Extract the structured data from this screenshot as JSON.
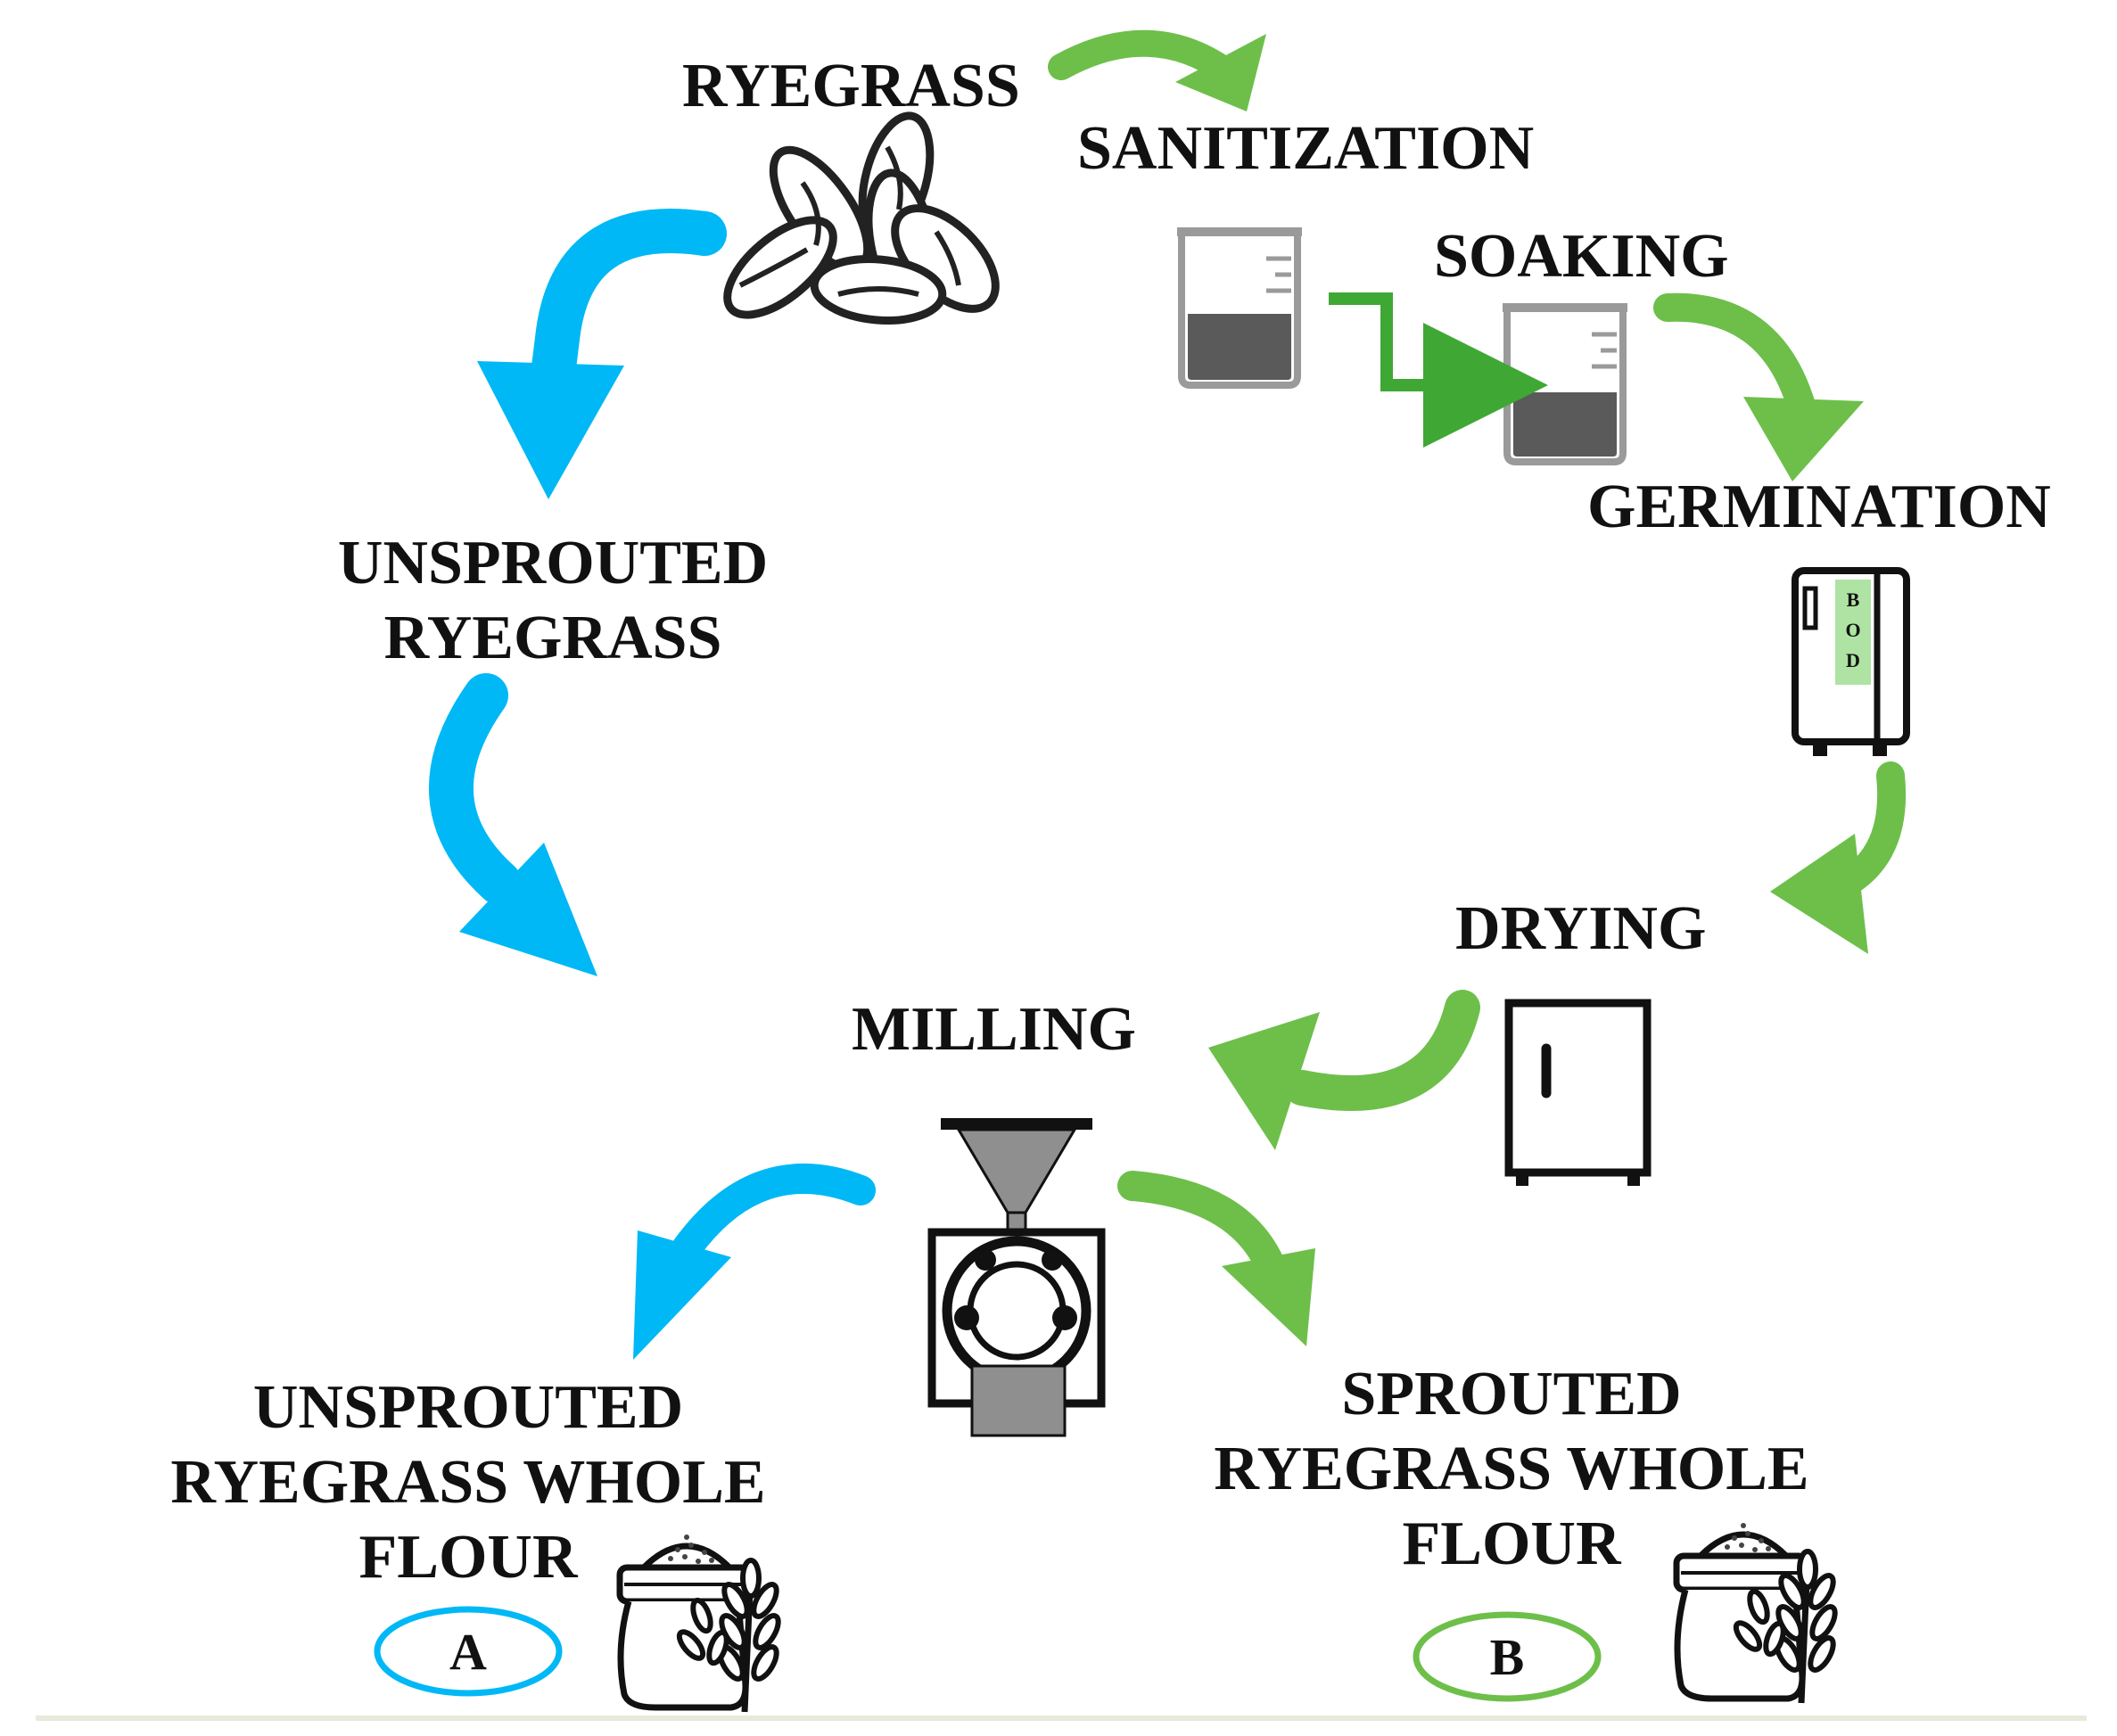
{
  "colors": {
    "unsprouted": "#00b8f5",
    "sprouted": "#6dbf4a",
    "text": "#111111"
  },
  "steps": {
    "ryegrass": "RYEGRASS",
    "sanitization": "SANITIZATION",
    "soaking": "SOAKING",
    "germination": "GERMINATION",
    "drying": "DRYING",
    "milling": "MILLING",
    "unsprouted_line1": "UNSPROUTED",
    "unsprouted_line2": "RYEGRASS"
  },
  "bod_letters": [
    "B",
    "O",
    "D"
  ],
  "products": {
    "a_line1": "UNSPROUTED",
    "a_line2": "RYEGRASS WHOLE",
    "a_line3": "FLOUR",
    "a_badge": "A",
    "b_line1": "SPROUTED",
    "b_line2": "RYEGRASS WHOLE",
    "b_line3": "FLOUR",
    "b_badge": "B"
  },
  "icons": [
    "seeds-icon",
    "beaker-icon",
    "incubator-icon",
    "cabinet-icon",
    "mill-icon",
    "flour-sack-icon",
    "wheat-icon"
  ]
}
